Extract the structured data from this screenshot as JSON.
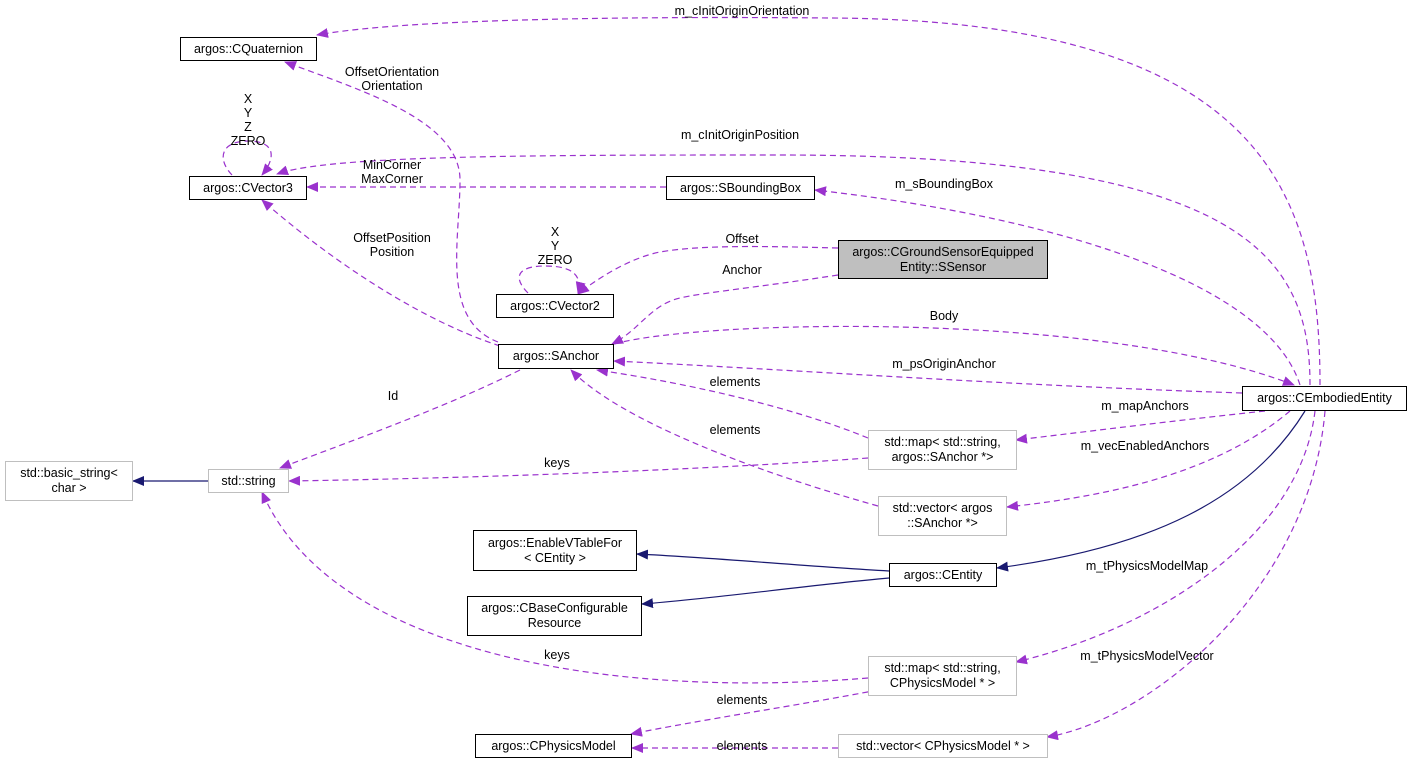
{
  "colors": {
    "member_edge": "#9a32cd",
    "inherit_edge": "#191970",
    "highlight_fill": "#bfbfbf",
    "external_border": "#bfbfbf"
  },
  "nodes": {
    "cquaternion": "argos::CQuaternion",
    "cvector3": "argos::CVector3",
    "sboundingbox": "argos::SBoundingBox",
    "sensor_line1": "argos::CGroundSensorEquipped",
    "sensor_line2": "Entity::SSensor",
    "cvector2": "argos::CVector2",
    "sanchor": "argos::SAnchor",
    "cembodiedentity": "argos::CEmbodiedEntity",
    "basic_string_line1": "std::basic_string<",
    "basic_string_line2": "char >",
    "string": "std::string",
    "map_anchor_line1": "std::map< std::string,",
    "map_anchor_line2": "argos::SAnchor *>",
    "vector_anchor_line1": "std::vector< argos",
    "vector_anchor_line2": "::SAnchor *>",
    "enablevtable_line1": "argos::EnableVTableFor",
    "enablevtable_line2": "< CEntity >",
    "centity": "argos::CEntity",
    "cbaseconfig_line1": "argos::CBaseConfigurable",
    "cbaseconfig_line2": "Resource",
    "map_physics_line1": "std::map< std::string,",
    "map_physics_line2": "CPhysicsModel * >",
    "cphysicsmodel": "argos::CPhysicsModel",
    "vector_physics": "std::vector< CPhysicsModel * >"
  },
  "edge_labels": {
    "init_origin_orientation": "m_cInitOriginOrientation",
    "offset_orientation_1": "OffsetOrientation",
    "offset_orientation_2": "Orientation",
    "v3_self_x": "X",
    "v3_self_y": "Y",
    "v3_self_z": "Z",
    "v3_self_zero": "ZERO",
    "init_origin_position": "m_cInitOriginPosition",
    "corner_1": "MinCorner",
    "corner_2": "MaxCorner",
    "bounding_box": "m_sBoundingBox",
    "offset_position_1": "OffsetPosition",
    "offset_position_2": "Position",
    "v2_self_x": "X",
    "v2_self_y": "Y",
    "v2_self_zero": "ZERO",
    "offset": "Offset",
    "anchor": "Anchor",
    "body": "Body",
    "ps_origin_anchor": "m_psOriginAnchor",
    "elements_map": "elements",
    "map_anchors": "m_mapAnchors",
    "id": "Id",
    "elements_vector": "elements",
    "keys_anchor": "keys",
    "vec_enabled_anchors": "m_vecEnabledAnchors",
    "physics_model_map": "m_tPhysicsModelMap",
    "keys_physics": "keys",
    "physics_model_vector": "m_tPhysicsModelVector",
    "elements_physics_map": "elements",
    "elements_physics_vector": "elements"
  }
}
